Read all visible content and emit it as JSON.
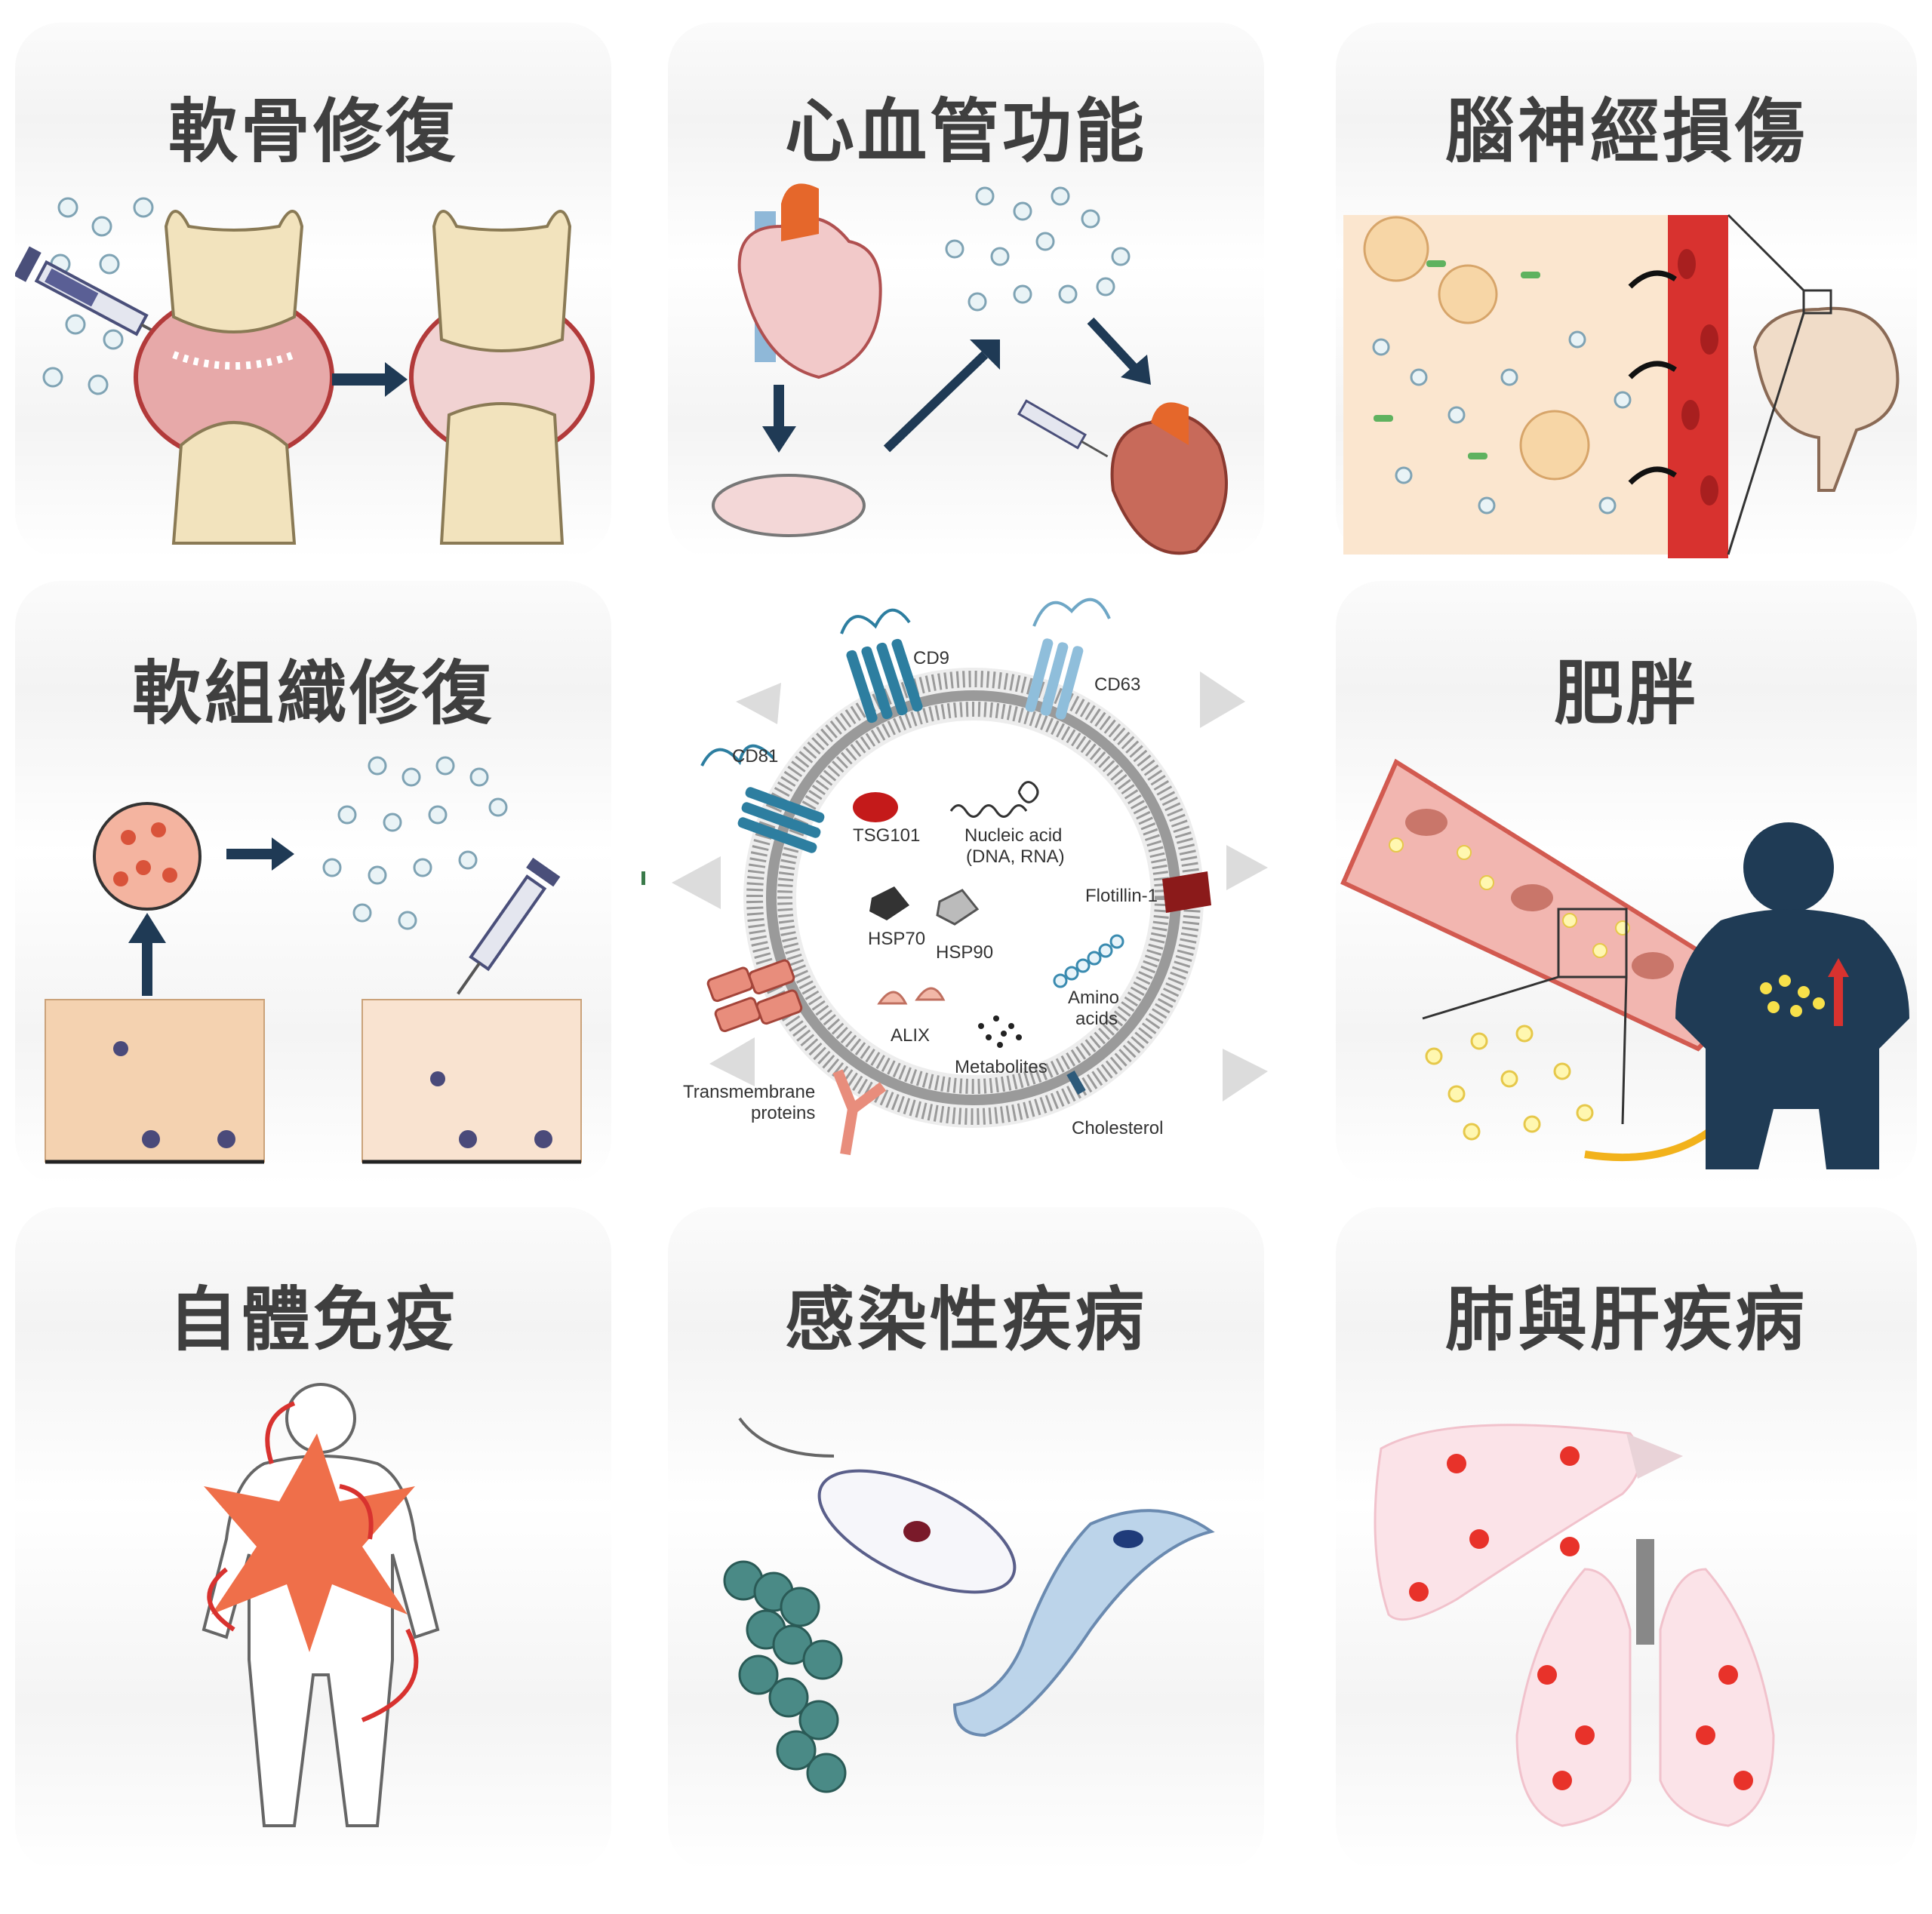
{
  "panels": [
    {
      "title": "軟骨修復"
    },
    {
      "title": "心血管功能"
    },
    {
      "title": "腦神經損傷"
    },
    {
      "title": "軟組織修復"
    },
    {
      "title": "肥胖"
    },
    {
      "title": "自體免疫"
    },
    {
      "title": "感染性疾病"
    },
    {
      "title": "肺與肝疾病"
    }
  ],
  "exosome": {
    "labels": {
      "cd9": "CD9",
      "cd63": "CD63",
      "cd81": "CD81",
      "tsg101": "TSG101",
      "nucleic_acid_1": "Nucleic acid",
      "nucleic_acid_2": "(DNA, RNA)",
      "flotillin": "Flotillin-1",
      "hsp70": "HSP70",
      "hsp90": "HSP90",
      "amino_1": "Amino",
      "amino_2": "acids",
      "alix": "ALIX",
      "metabolites": "Metabolites",
      "transmembrane_1": "Transmembrane",
      "transmembrane_2": "proteins",
      "cholesterol": "Cholesterol"
    }
  },
  "colors": {
    "title": "#3f3f3f",
    "arrow_dark": "#1f3a55",
    "membrane": "#9a9a9a",
    "blood_red": "#d8322f",
    "body_navy": "#1f3b55"
  }
}
